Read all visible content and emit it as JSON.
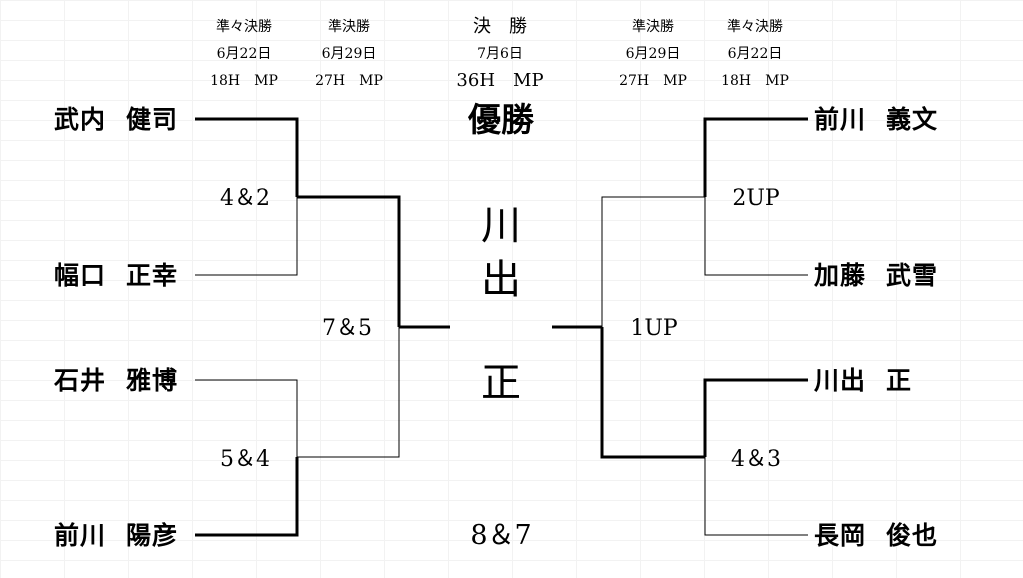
{
  "headers": {
    "left_qf": {
      "round": "準々決勝",
      "date": "6月22日",
      "format": "18H　MP"
    },
    "left_sf": {
      "round": "準決勝",
      "date": "6月29日",
      "format": "27H　MP"
    },
    "final": {
      "round": "決　勝",
      "date": "7月6日",
      "format": "36H　MP"
    },
    "right_sf": {
      "round": "準決勝",
      "date": "6月29日",
      "format": "27H　MP"
    },
    "right_qf": {
      "round": "準々決勝",
      "date": "6月22日",
      "format": "18H　MP"
    }
  },
  "left_players": [
    {
      "family": "武内",
      "given": "健司"
    },
    {
      "family": "幅口",
      "given": "正幸"
    },
    {
      "family": "石井",
      "given": "雅博"
    },
    {
      "family": "前川",
      "given": "陽彦"
    }
  ],
  "right_players": [
    {
      "family": "前川",
      "given": "義文"
    },
    {
      "family": "加藤",
      "given": "武雪"
    },
    {
      "family": "川出",
      "given": "正"
    },
    {
      "family": "長岡",
      "given": "俊也"
    }
  ],
  "scores": {
    "left_qf_top": "4＆2",
    "left_qf_bottom": "5＆4",
    "left_sf": "7＆5",
    "right_qf_top": "2UP",
    "right_qf_bottom": "4＆3",
    "right_sf": "1UP",
    "final": "8＆7"
  },
  "champion": {
    "label": "優勝",
    "name_chars": [
      "川",
      "出",
      "正"
    ]
  }
}
